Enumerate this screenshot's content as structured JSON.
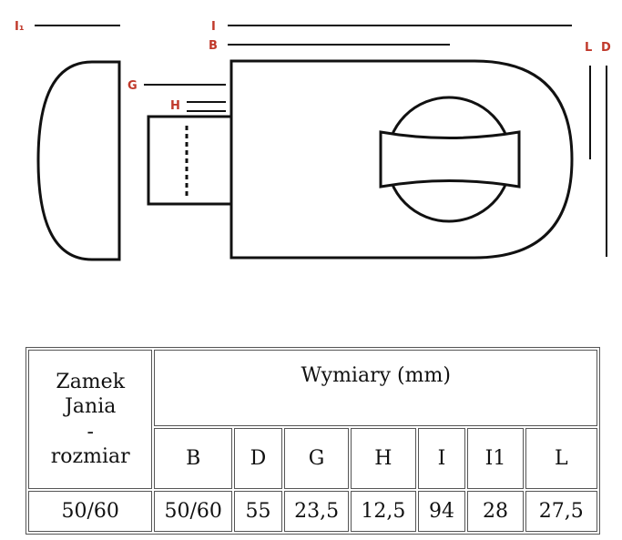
{
  "diagram": {
    "labels": {
      "l1": "I₁",
      "i": "I",
      "b": "B",
      "g": "G",
      "h": "H",
      "l": "L",
      "d": "D"
    },
    "colors": {
      "label": "#c0392b",
      "stroke": "#111111"
    }
  },
  "table": {
    "corner": {
      "line1": "Zamek",
      "line2": "Jania",
      "line3": "-",
      "line4": "rozmiar"
    },
    "group_header": "Wymiary (mm)",
    "columns": [
      "B",
      "D",
      "G",
      "H",
      "I",
      "I1",
      "L"
    ],
    "row": {
      "name": "50/60",
      "values": [
        "50/60",
        "55",
        "23,5",
        "12,5",
        "94",
        "28",
        "27,5"
      ]
    }
  }
}
